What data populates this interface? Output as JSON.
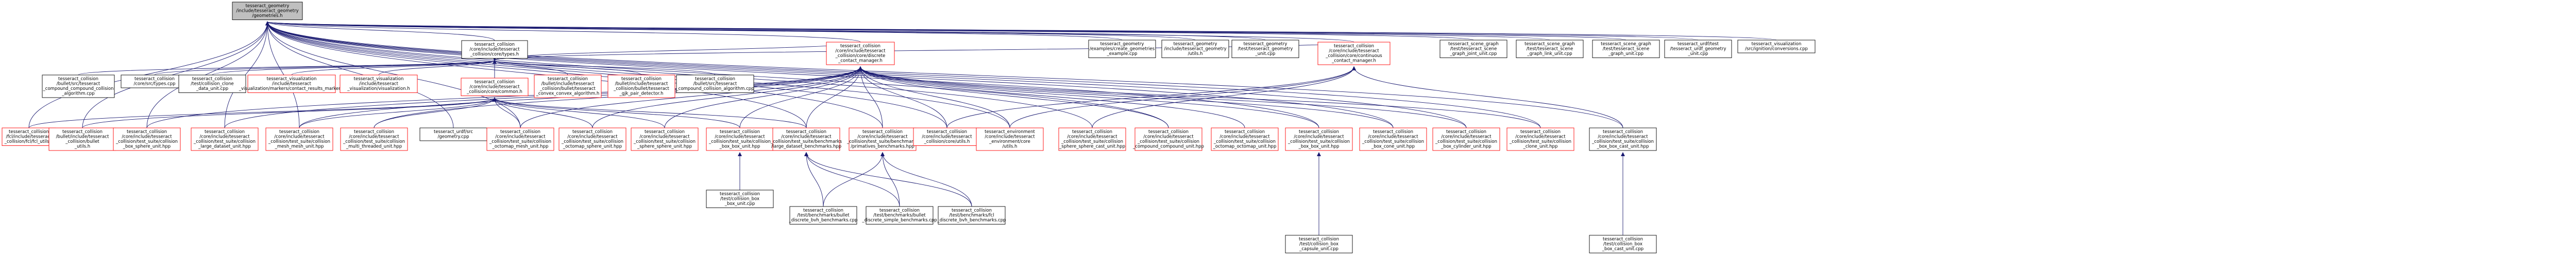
{
  "diagram": {
    "root": {
      "lines": [
        "tesseract_geometry",
        "/include/tesseract_geometry",
        "/geometries.h"
      ],
      "highlighted": true
    },
    "nodes": [
      {
        "id": "types",
        "lines": [
          "tesseract_collision",
          "/core/include/tesseract",
          "_collision/core/types.h"
        ],
        "border": "black"
      },
      {
        "id": "discrete_mgr",
        "lines": [
          "tesseract_collision",
          "/core/include/tesseract",
          "_collision/core/discrete",
          "_contact_manager.h"
        ],
        "border": "red"
      },
      {
        "id": "continuous_mgr",
        "lines": [
          "tesseract_collision",
          "/core/include/tesseract",
          "_collision/core/continuous",
          "_contact_manager.h"
        ],
        "border": "red"
      },
      {
        "id": "create_geometries",
        "lines": [
          "tesseract_geometry",
          "/examples/create_geometries",
          "_example.cpp"
        ],
        "border": "black"
      },
      {
        "id": "geometry_h",
        "lines": [
          "tesseract_geometry",
          "/include/tesseract_geometry",
          "/utils.h"
        ],
        "border": "black"
      },
      {
        "id": "geometry_unit",
        "lines": [
          "tesseract_geometry",
          "/test/tesseract_geometry",
          "_unit.cpp"
        ],
        "border": "black"
      },
      {
        "id": "scene_graph_joint",
        "lines": [
          "tesseract_scene_graph",
          "/test/tesseract_scene",
          "_graph_joint_unit.cpp"
        ],
        "border": "black"
      },
      {
        "id": "scene_graph_link",
        "lines": [
          "tesseract_scene_graph",
          "/test/tesseract_scene",
          "_graph_link_unit.cpp"
        ],
        "border": "black"
      },
      {
        "id": "scene_graph_unit",
        "lines": [
          "tesseract_scene_graph",
          "/test/tesseract_scene",
          "_graph_unit.cpp"
        ],
        "border": "black"
      },
      {
        "id": "urdf_unit",
        "lines": [
          "tesseract_urdf/test",
          "/tesseract_urdf_geometry",
          "_unit.cpp"
        ],
        "border": "black"
      },
      {
        "id": "ignition_conv",
        "lines": [
          "tesseract_visualization",
          "/src/ignition/conversions.cpp"
        ],
        "border": "black"
      },
      {
        "id": "compound_algo",
        "lines": [
          "tesseract_collision",
          "/bullet/src/tesseract",
          "_compound_compound_collision",
          "_algorithm.cpp"
        ],
        "border": "black"
      },
      {
        "id": "types_cpp",
        "lines": [
          "tesseract_collision",
          "/core/src/types.cpp"
        ],
        "border": "black"
      },
      {
        "id": "collision_clone",
        "lines": [
          "tesseract_collision",
          "/test/collision_clone",
          "_data_unit.cpp"
        ],
        "border": "black"
      },
      {
        "id": "contact_markers",
        "lines": [
          "tesseract_visualization",
          "/include/tesseract",
          "_visualization/markers/contact_results_marker.h"
        ],
        "border": "red"
      },
      {
        "id": "visualization_h",
        "lines": [
          "tesseract_visualization",
          "/include/tesseract",
          "_visualization/visualization.h"
        ],
        "border": "red"
      },
      {
        "id": "common_h",
        "lines": [
          "tesseract_collision",
          "/core/include/tesseract",
          "_collision/core/common.h"
        ],
        "border": "red"
      },
      {
        "id": "convex_convex",
        "lines": [
          "tesseract_collision",
          "/bullet/include/tesseract",
          "_collision/bullet/tesseract",
          "_convex_convex_algorithm.h"
        ],
        "border": "red"
      },
      {
        "id": "gjk_pair",
        "lines": [
          "tesseract_collision",
          "/bullet/include/tesseract",
          "_collision/bullet/tesseract",
          "_gjk_pair_detector.h"
        ],
        "border": "red"
      },
      {
        "id": "compound_algo2",
        "lines": [
          "tesseract_collision",
          "/bullet/src/tesseract",
          "_compound_collision_algorithm.cpp"
        ],
        "border": "black"
      },
      {
        "id": "fcl_utils",
        "lines": [
          "tesseract_collision",
          "/fcl/include/tesseract",
          "_collision/fcl/fcl_utils.h"
        ],
        "border": "red"
      },
      {
        "id": "bullet_utils",
        "lines": [
          "tesseract_collision",
          "/bullet/include/tesseract",
          "_collision/bullet",
          "_utils.h"
        ],
        "border": "red"
      },
      {
        "id": "box_sphere",
        "lines": [
          "tesseract_collision",
          "/core/include/tesseract",
          "_collision/test_suite/collision",
          "_box_sphere_unit.hpp"
        ],
        "border": "red"
      },
      {
        "id": "large_dataset",
        "lines": [
          "tesseract_collision",
          "/core/include/tesseract",
          "_collision/test_suite/collision",
          "_large_dataset_unit.hpp"
        ],
        "border": "red"
      },
      {
        "id": "mesh_mesh",
        "lines": [
          "tesseract_collision",
          "/core/include/tesseract",
          "_collision/test_suite/collision",
          "_mesh_mesh_unit.hpp"
        ],
        "border": "red"
      },
      {
        "id": "multi_threaded",
        "lines": [
          "tesseract_collision",
          "/core/include/tesseract",
          "_collision/test_suite/collision",
          "_multi_threaded_unit.hpp"
        ],
        "border": "red"
      },
      {
        "id": "urdf_geometry",
        "lines": [
          "tesseract_urdf/src",
          "/geometry.cpp"
        ],
        "border": "black"
      },
      {
        "id": "octomap_mesh",
        "lines": [
          "tesseract_collision",
          "/core/include/tesseract",
          "_collision/test_suite/collision",
          "_octomap_mesh_unit.hpp"
        ],
        "border": "red"
      },
      {
        "id": "octomap_sphere",
        "lines": [
          "tesseract_collision",
          "/core/include/tesseract",
          "_collision/test_suite/collision",
          "_octomap_sphere_unit.hpp"
        ],
        "border": "red"
      },
      {
        "id": "sphere_sphere",
        "lines": [
          "tesseract_collision",
          "/core/include/tesseract",
          "_collision/test_suite/collision",
          "_sphere_sphere_unit.hpp"
        ],
        "border": "red"
      },
      {
        "id": "box_box",
        "lines": [
          "tesseract_collision",
          "/core/include/tesseract",
          "_collision/test_suite/collision",
          "_box_box_unit.hpp"
        ],
        "border": "red"
      },
      {
        "id": "large_dataset_bench",
        "lines": [
          "tesseract_collision",
          "/core/include/tesseract",
          "_collision/test_suite/benchmarks",
          "/large_dataset_benchmarks.hpp"
        ],
        "border": "red"
      },
      {
        "id": "primatives_bench",
        "lines": [
          "tesseract_collision",
          "/core/include/tesseract",
          "_collision/test_suite/benchmarks",
          "/primatives_benchmarks.hpp"
        ],
        "border": "red"
      },
      {
        "id": "core_utils",
        "lines": [
          "tesseract_collision",
          "/core/include/tesseract",
          "_collision/core/utils.h"
        ],
        "border": "red"
      },
      {
        "id": "env_utils",
        "lines": [
          "tesseract_environment",
          "/core/include/tesseract",
          "_environment/core",
          "/utils.h"
        ],
        "border": "red"
      },
      {
        "id": "sphere_cast",
        "lines": [
          "tesseract_collision",
          "/core/include/tesseract",
          "_collision/test_suite/collision",
          "_sphere_sphere_cast_unit.hpp"
        ],
        "border": "red"
      },
      {
        "id": "compound_compound",
        "lines": [
          "tesseract_collision",
          "/core/include/tesseract",
          "_collision/test_suite/collision",
          "_compound_compound_unit.hpp"
        ],
        "border": "red"
      },
      {
        "id": "octomap_octomap",
        "lines": [
          "tesseract_collision",
          "/core/include/tesseract",
          "_collision/test_suite/collision",
          "_octomap_octomap_unit.hpp"
        ],
        "border": "red"
      },
      {
        "id": "box_box_unit",
        "lines": [
          "tesseract_collision",
          "/core/include/tesseract",
          "_collision/test_suite/collision",
          "_box_box_unit.hpp"
        ],
        "border": "red"
      },
      {
        "id": "box_cone",
        "lines": [
          "tesseract_collision",
          "/core/include/tesseract",
          "_collision/test_suite/collision",
          "_box_cone_unit.hpp"
        ],
        "border": "red"
      },
      {
        "id": "box_cylinder",
        "lines": [
          "tesseract_collision",
          "/core/include/tesseract",
          "_collision/test_suite/collision",
          "_box_cylinder_unit.hpp"
        ],
        "border": "red"
      },
      {
        "id": "clone_unit",
        "lines": [
          "tesseract_collision",
          "/core/include/tesseract",
          "_collision/test_suite/collision",
          "_clone_unit.hpp"
        ],
        "border": "red"
      },
      {
        "id": "box_box_cast",
        "lines": [
          "tesseract_collision",
          "/core/include/tesseract",
          "_collision/test_suite/collision",
          "_box_box_cast_unit.hpp"
        ],
        "border": "black"
      },
      {
        "id": "box_box_cpp",
        "lines": [
          "tesseract_collision",
          "/test/collision_box",
          "_box_unit.cpp"
        ],
        "border": "black"
      },
      {
        "id": "bench_bullet_bvh",
        "lines": [
          "tesseract_collision",
          "/test/benchmarks/bullet",
          "_discrete_bvh_benchmarks.cpp"
        ],
        "border": "black"
      },
      {
        "id": "bench_bullet_simple",
        "lines": [
          "tesseract_collision",
          "/test/benchmarks/bullet",
          "_discrete_simple_benchmarks.cpp"
        ],
        "border": "black"
      },
      {
        "id": "bench_fcl_bvh",
        "lines": [
          "tesseract_collision",
          "/test/benchmarks/fcl",
          "_discrete_bvh_benchmarks.cpp"
        ],
        "border": "black"
      },
      {
        "id": "box_capsule_cpp",
        "lines": [
          "tesseract_collision",
          "/test/collision_box",
          "_capsule_unit.cpp"
        ],
        "border": "black"
      },
      {
        "id": "box_box_cast_cpp",
        "lines": [
          "tesseract_collision",
          "/test/collision_box",
          "_box_cast_unit.cpp"
        ],
        "border": "black"
      }
    ]
  }
}
